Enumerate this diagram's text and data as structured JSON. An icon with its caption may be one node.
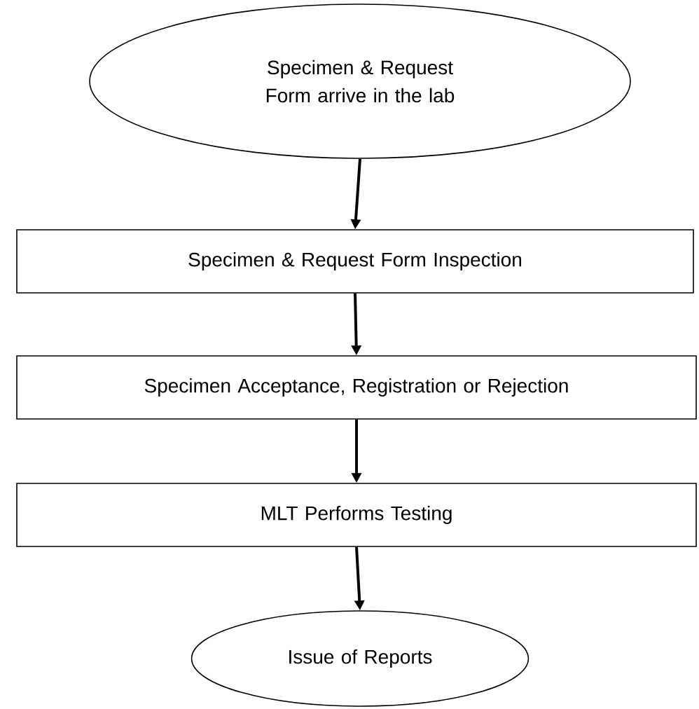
{
  "diagram": {
    "nodes": [
      {
        "text": [
          "Specimen & Request Form arrive in the lab"
        ]
      },
      {
        "text": [
          "Specimen & Request Form Inspection"
        ]
      },
      {
        "text": [
          "Specimen Acceptance, Registration or Rejection"
        ]
      },
      {
        "text": [
          "MLT Performs Testing"
        ]
      },
      {
        "text": [
          "Issue of Reports"
        ]
      }
    ],
    "edges": [
      {
        "from": 0,
        "to": 1,
        "arrow": "to"
      },
      {
        "from": 1,
        "to": 2,
        "arrow": "to"
      },
      {
        "from": 2,
        "to": 3,
        "arrow": "to"
      },
      {
        "from": 3,
        "to": 4,
        "arrow": "to"
      }
    ]
  }
}
